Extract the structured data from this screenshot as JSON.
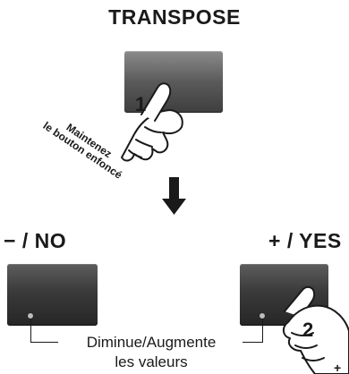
{
  "transpose": {
    "label": "TRANSPOSE",
    "step": "1",
    "note_line1": "Maintenez",
    "note_line2": "le bouton enfoncé"
  },
  "minus_no": {
    "label": "− / NO"
  },
  "plus_yes": {
    "label": "+ / YES",
    "step": "2"
  },
  "caption": {
    "line1": "Diminue/Augmente",
    "line2": "les valeurs"
  },
  "colors": {
    "text": "#1a1a1a",
    "key_dark": "#2e2e2e",
    "key_top": "#8b8b8b",
    "led": "#bdbdbd"
  }
}
